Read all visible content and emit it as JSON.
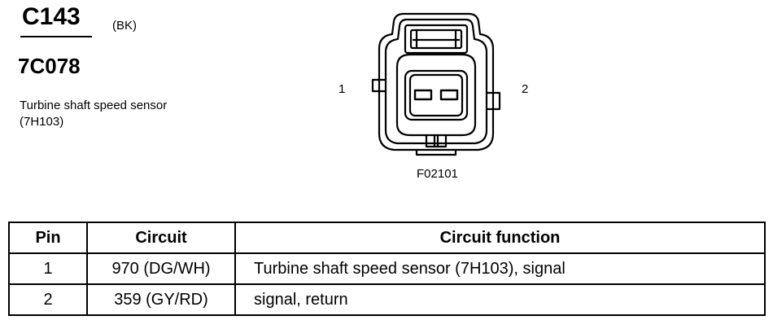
{
  "connector": {
    "id": "C143",
    "color": "(BK)",
    "part_number": "7C078",
    "description": "Turbine shaft speed sensor (7H103)"
  },
  "diagram": {
    "pin_left_label": "1",
    "pin_right_label": "2",
    "figure_id": "F02101"
  },
  "table": {
    "headers": [
      "Pin",
      "Circuit",
      "Circuit function"
    ],
    "rows": [
      {
        "pin": "1",
        "circuit": "970 (DG/WH)",
        "function": "Turbine shaft speed sensor (7H103), signal"
      },
      {
        "pin": "2",
        "circuit": "359 (GY/RD)",
        "function": "signal, return"
      }
    ]
  }
}
